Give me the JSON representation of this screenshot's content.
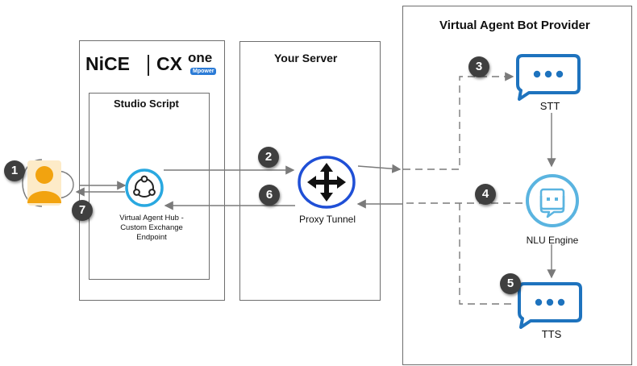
{
  "brand": {
    "nice": "NiCE",
    "cx": "CX",
    "one": "one",
    "badge": "Mpower"
  },
  "containers": {
    "studio": "Studio Script",
    "server": "Your Server",
    "provider": "Virtual Agent Bot Provider"
  },
  "nodes": {
    "hub": "Virtual Agent Hub - Custom Exchange Endpoint",
    "proxy": "Proxy Tunnel",
    "stt": "STT",
    "nlu": "NLU Engine",
    "tts": "TTS"
  },
  "steps": [
    "1",
    "2",
    "3",
    "4",
    "5",
    "6",
    "7"
  ],
  "colors": {
    "bubble": "#1e73be",
    "nlu": "#5ab4e0",
    "hub_ring": "#29a8e0",
    "proxy_ring": "#1f4fd6",
    "user": "#f2a30f",
    "step": "#3f3f3f"
  },
  "icons": {
    "hub": "share-network-icon",
    "proxy": "move-arrows-icon",
    "stt": "chat-bubble-icon",
    "nlu": "bot-icon",
    "tts": "chat-bubble-icon",
    "user": "user-icon"
  }
}
